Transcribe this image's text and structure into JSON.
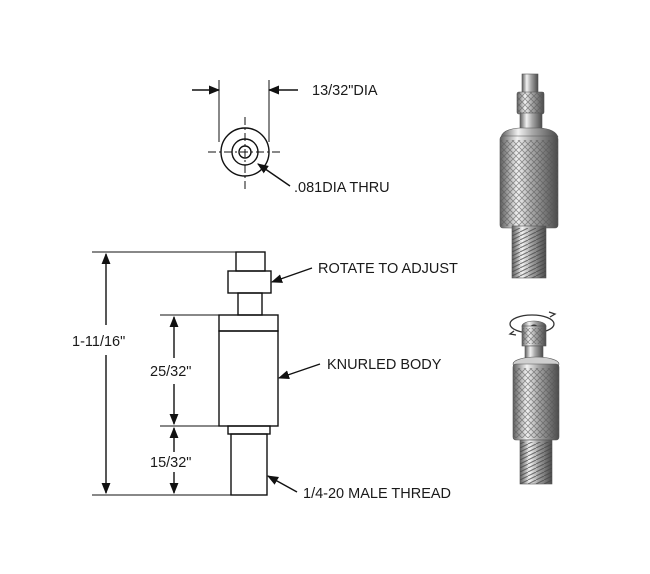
{
  "callouts": {
    "outer_diameter": "13/32\"DIA",
    "through_hole": ".081DIA THRU",
    "adjust": "ROTATE TO ADJUST",
    "body": "KNURLED BODY",
    "thread": "1/4-20 MALE THREAD"
  },
  "dimensions": {
    "overall_length": "1-11/16\"",
    "body_length": "25/32\"",
    "thread_length": "15/32\""
  },
  "colors": {
    "line": "#111111",
    "metal_light": "#e6e6e6",
    "metal_dark": "#7a7a7a"
  }
}
